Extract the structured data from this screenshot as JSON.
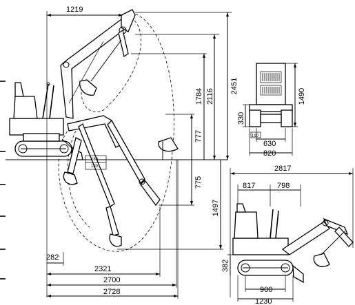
{
  "dimensions": {
    "d1219": "1219",
    "d2451": "2451",
    "d2116": "2116",
    "d1784": "1784",
    "d777": "777",
    "d775": "775",
    "d1497": "1497",
    "d282": "282",
    "d2321": "2321",
    "d2700": "2700",
    "d2728": "2728",
    "d180a": "180",
    "d180b": "180",
    "d1490": "1490",
    "d330": "330",
    "d190": "190",
    "d630": "630",
    "d820": "820",
    "d2817": "2817",
    "d817": "817",
    "d798": "798",
    "d382": "382",
    "d900": "900",
    "d1230": "1230"
  }
}
